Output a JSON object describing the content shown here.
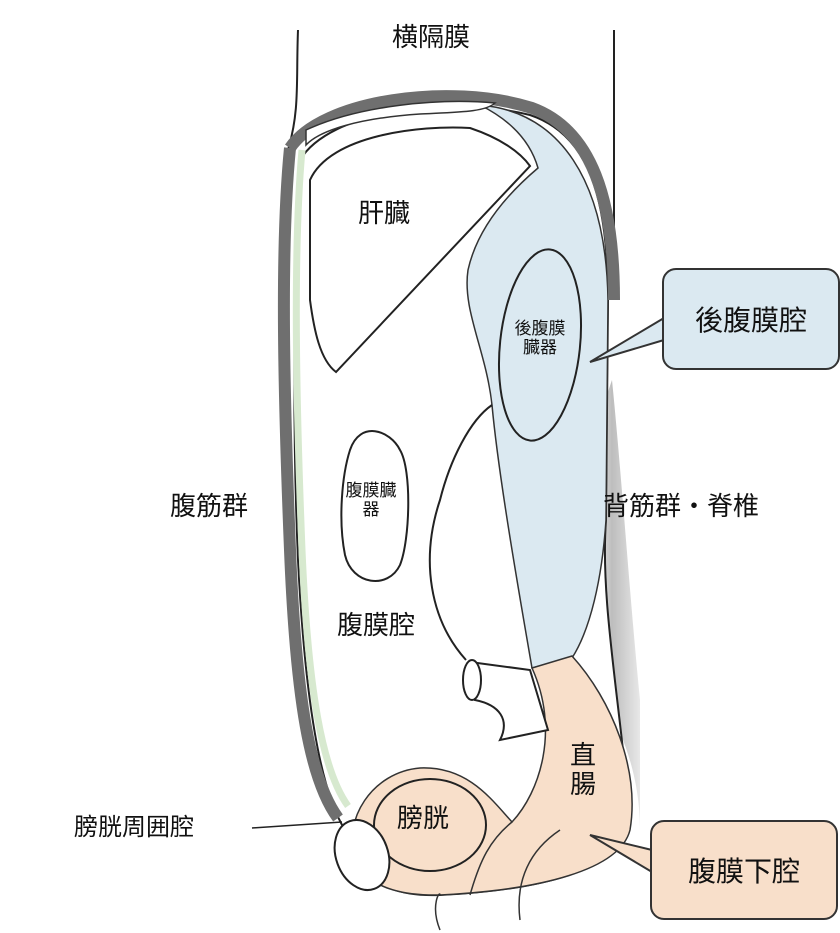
{
  "labels": {
    "diaphragm": "横隔膜",
    "liver": "肝臓",
    "retroperitoneal_organs": "後腹膜臓器",
    "peritoneal_organs": "腹膜臓器",
    "abdominal_muscles": "腹筋群",
    "back_muscles_spine": "背筋群・脊椎",
    "peritoneal_cavity": "腹膜腔",
    "rectum": "直腸",
    "bladder": "膀胱",
    "perivesical_space": "膀胱周囲腔"
  },
  "callouts": {
    "retroperitoneal_space": "後腹膜腔",
    "subperitoneal_space": "腹膜下腔"
  },
  "colors": {
    "retroperitoneal": "#dbe9f1",
    "subperitoneal": "#f8dfca",
    "wall": "#6f6f6f",
    "fascia": "#d7e9cf"
  }
}
